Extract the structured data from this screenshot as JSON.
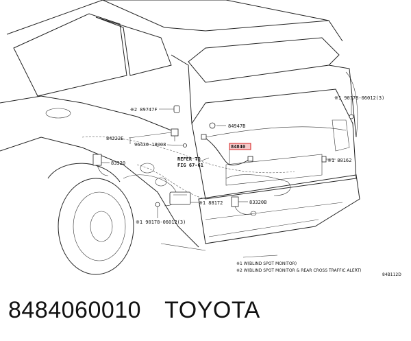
{
  "callouts": {
    "p89747F": "※2 89747F",
    "p84947B": "84947B",
    "p90178_top": "※1 90178-06012(3)",
    "p84222E": "84222E",
    "p96430": "96430-18008",
    "p84840": "84840",
    "p83320": "83320",
    "p88162": "※1 88162",
    "p88172": "※1 88172",
    "p83320B": "83320B",
    "p90178_bottom": "※1 90178-06012(3)",
    "refer1": "REFER TO",
    "refer2": "FIG 67-61"
  },
  "notes": {
    "n1": "※1 W(BLIND SPOT MONITOR)",
    "n2": "※2 W(BLIND SPOT MONITOR & REAR CROSS TRAFFIC ALERT)",
    "code": "84B112D"
  },
  "footer": {
    "part_number": "8484060010",
    "brand": "TOYOTA"
  },
  "colors": {
    "highlight": "#d62020",
    "highlight_fill": "#f6c9c9"
  }
}
